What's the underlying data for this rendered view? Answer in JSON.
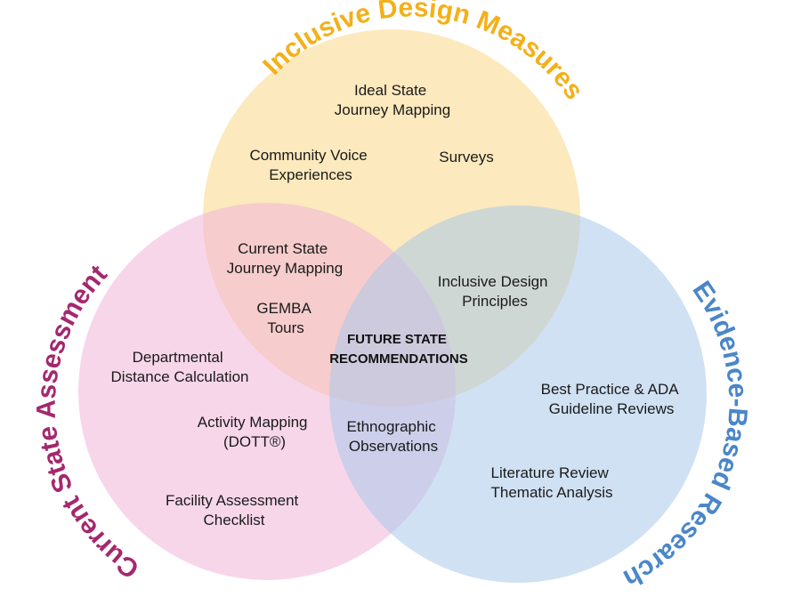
{
  "colors": {
    "inclusive_fill": "#fbe5b1",
    "current_fill": "#f0b4d8",
    "evidence_fill": "#a9c9ea",
    "inclusive_title": "#f4b018",
    "current_title": "#a4286e",
    "evidence_title": "#4a86c9"
  },
  "titles": {
    "inclusive": "Inclusive Design Measures",
    "current": "Current State Assessment",
    "evidence": "Evidence-Based Research"
  },
  "items": {
    "ideal_state": [
      "Ideal State",
      "Journey Mapping"
    ],
    "community_voice": [
      "Community Voice",
      "Experiences"
    ],
    "surveys": [
      "Surveys"
    ],
    "current_state_mapping": [
      "Current State",
      "Journey Mapping"
    ],
    "gemba": [
      "GEMBA",
      "Tours"
    ],
    "inclusive_principles": [
      "Inclusive Design",
      "Principles"
    ],
    "future_state": [
      "FUTURE STATE",
      "RECOMMENDATIONS"
    ],
    "departmental": [
      "Departmental",
      "Distance Calculation"
    ],
    "activity_mapping": [
      "Activity Mapping",
      "(DOTT®)"
    ],
    "facility_assessment": [
      "Facility Assessment",
      "Checklist"
    ],
    "ethnographic": [
      "Ethnographic",
      "Observations"
    ],
    "best_practice": [
      "Best Practice & ADA",
      "Guideline Reviews"
    ],
    "literature": [
      "Literature Review",
      "Thematic Analysis"
    ]
  }
}
